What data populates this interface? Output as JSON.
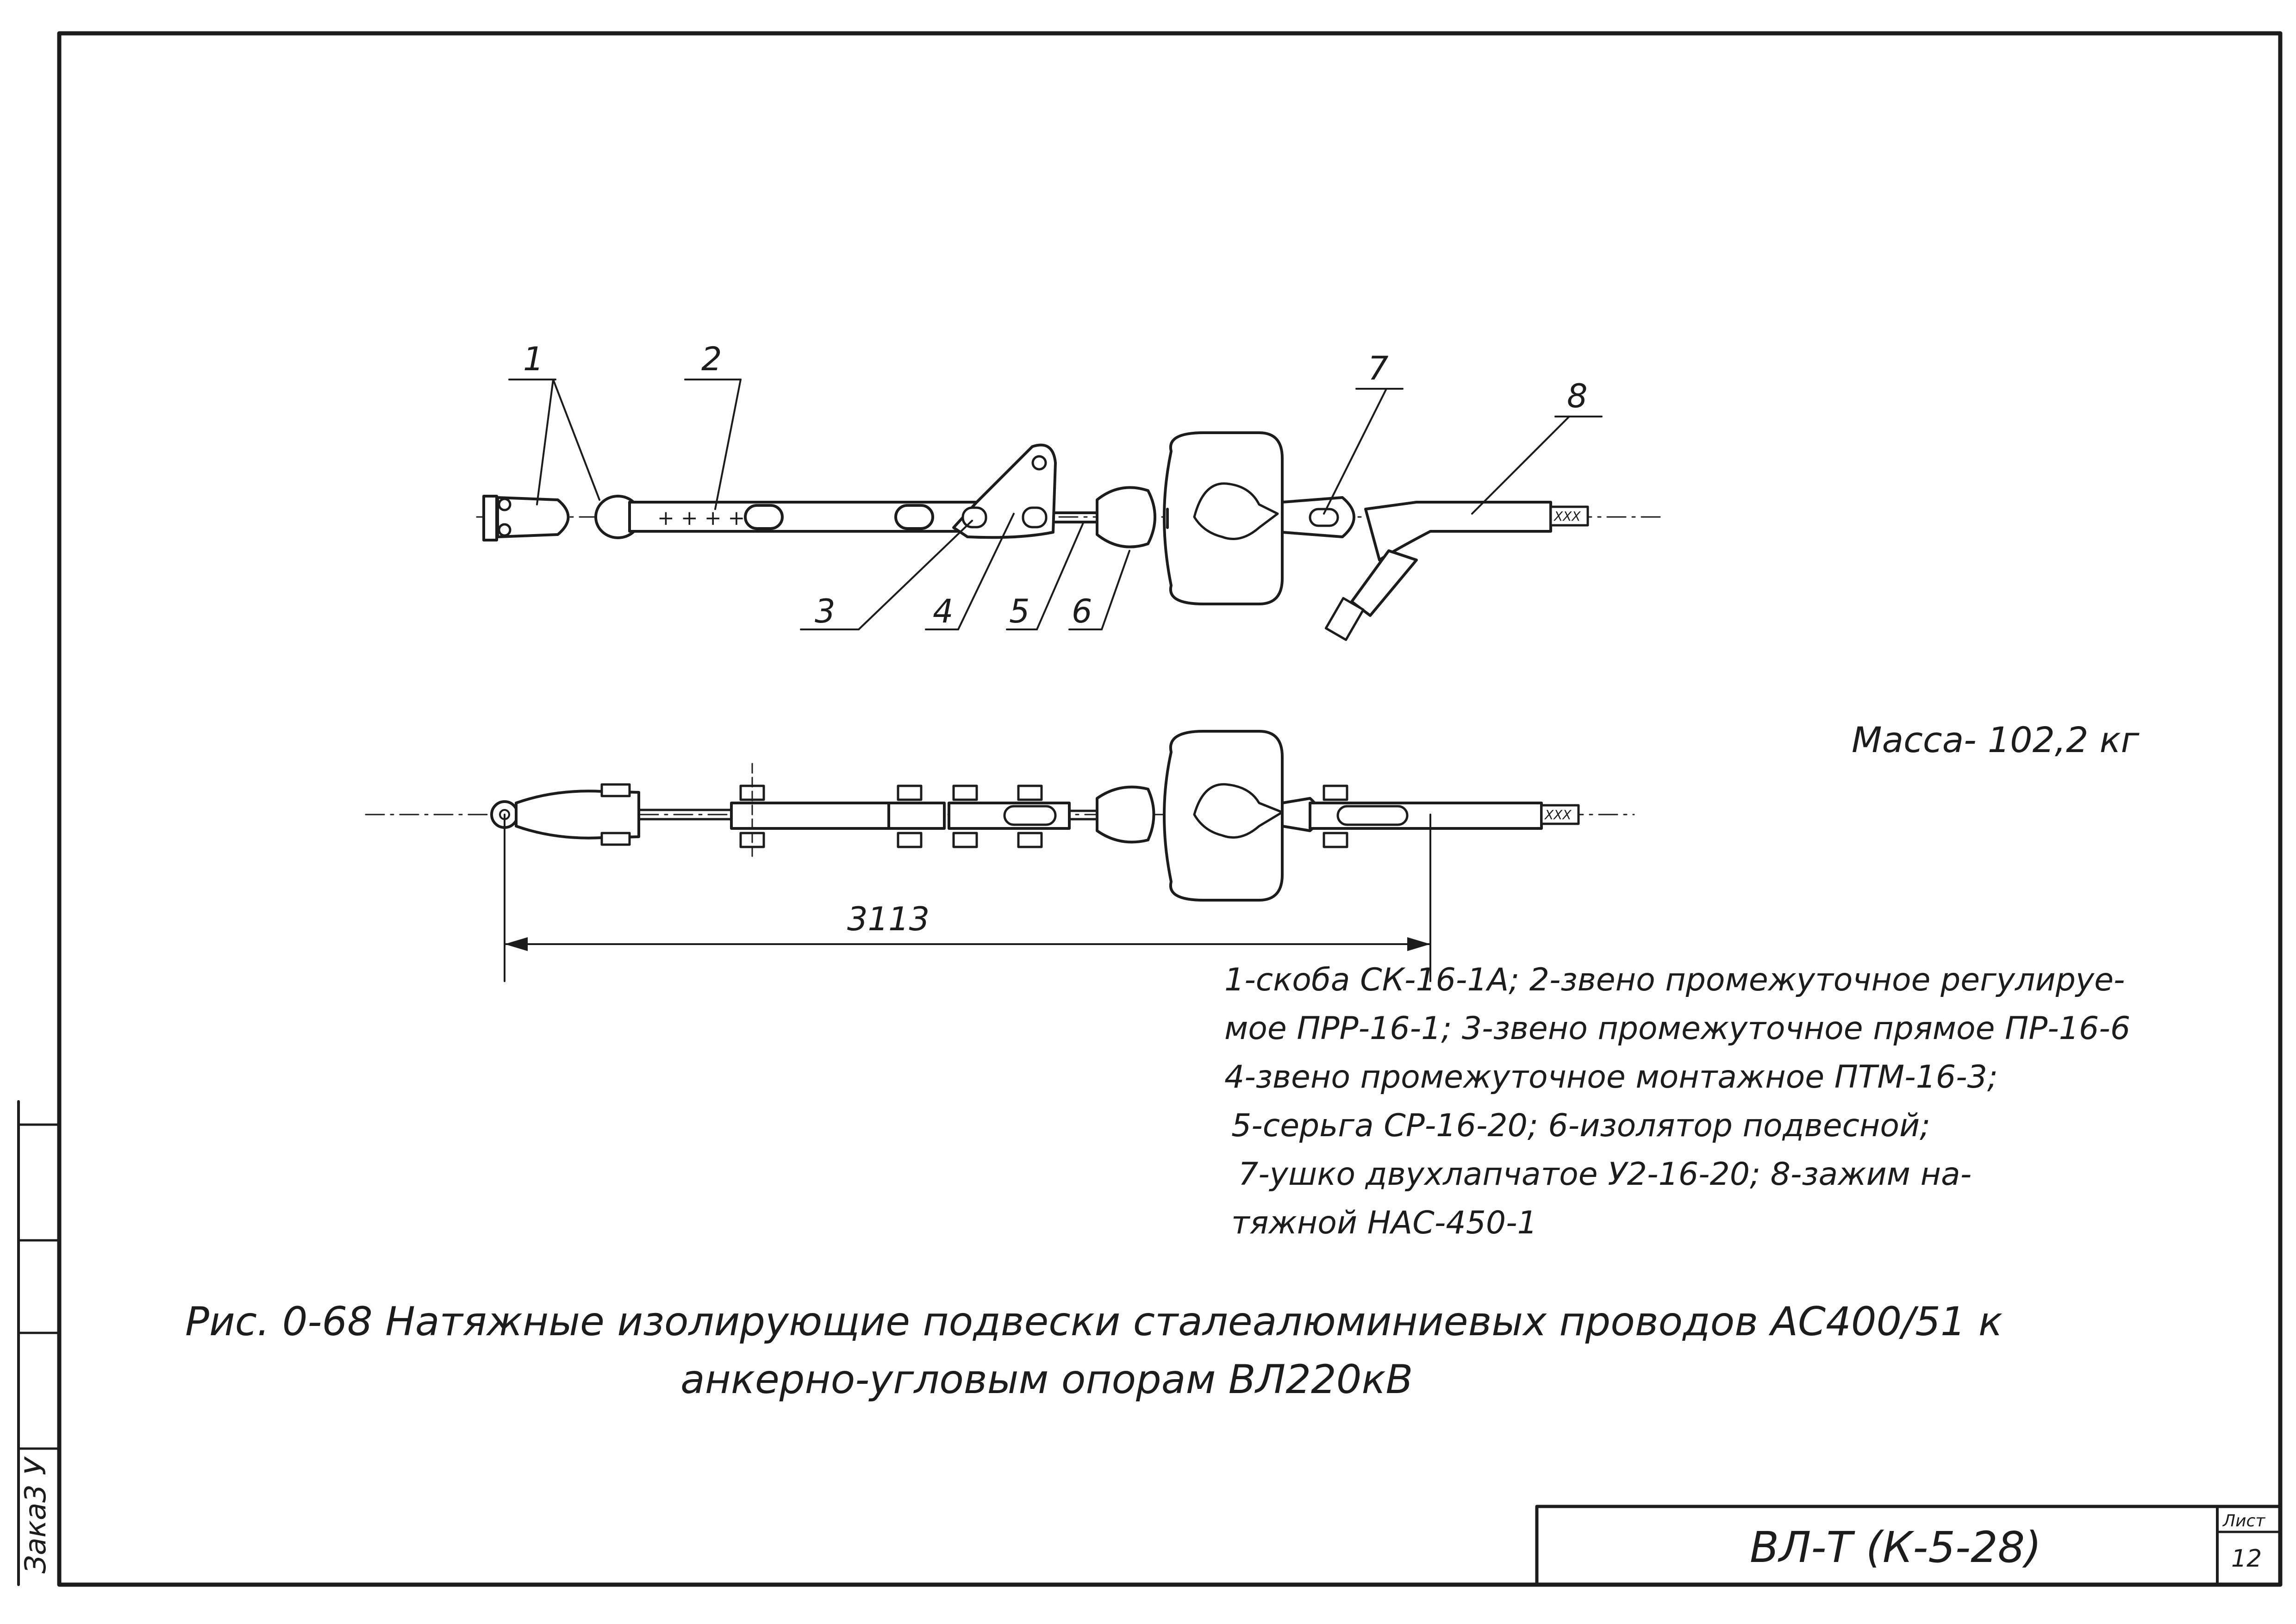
{
  "callouts": [
    "1",
    "2",
    "3",
    "4",
    "5",
    "6",
    "7",
    "8"
  ],
  "dimension": "3113",
  "mass": "Масса- 102,2 кг",
  "legend": [
    "1-скоба СК-16-1А; 2-звено промежуточное регулируе-",
    "мое ПРР-16-1; 3-звено промежуточное прямое ПР-16-6",
    "4-звено промежуточное монтажное ПТМ-16-3;",
    "5-серьга СР-16-20; 6-изолятор подвесной;",
    "7-ушко двухлапчатое У2-16-20; 8-зажим на-",
    "тяжной НАС-450-1"
  ],
  "caption": {
    "line1": "Рис. 0-68 Натяжные изолирующие подвески сталеалюминиевых проводов АС400/51 к",
    "line2": "анкерно-угловым опорам ВЛ220кВ"
  },
  "title_block": {
    "code": "ВЛ-Т (К-5-28)",
    "sheet_label": "Лист",
    "sheet_number": "12"
  },
  "side_stamp": "Зака3 У"
}
